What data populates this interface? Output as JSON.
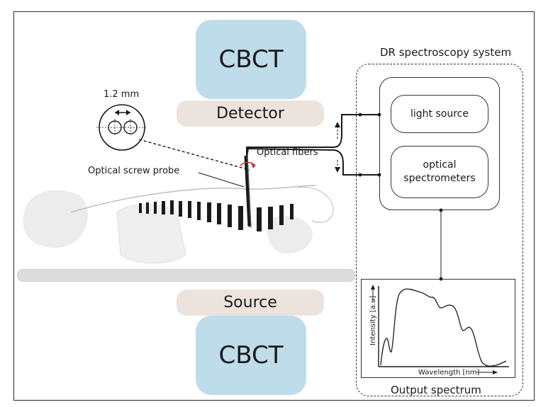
{
  "diagram": {
    "cbct_top": "CBCT",
    "detector": "Detector",
    "source": "Source",
    "cbct_bottom": "CBCT",
    "probe_size": "1.2 mm",
    "optical_screw_probe": "Optical screw probe",
    "optical_fibers": "Optical fibers",
    "dr_system_title": "DR spectroscopy system",
    "light_source": "light source",
    "optical_spectrometers": "optical\nspectrometers",
    "spectrum_ylabel": "Intensity [a.u]",
    "spectrum_xlabel": "Wavelength [nm]",
    "output_spectrum": "Output spectrum"
  },
  "colors": {
    "cbct": "#bfdceb",
    "detector_source": "#ece3dc",
    "table": "#dcdcdc",
    "line": "#1a1a1a",
    "rotation_arrow": "#c0392b"
  }
}
